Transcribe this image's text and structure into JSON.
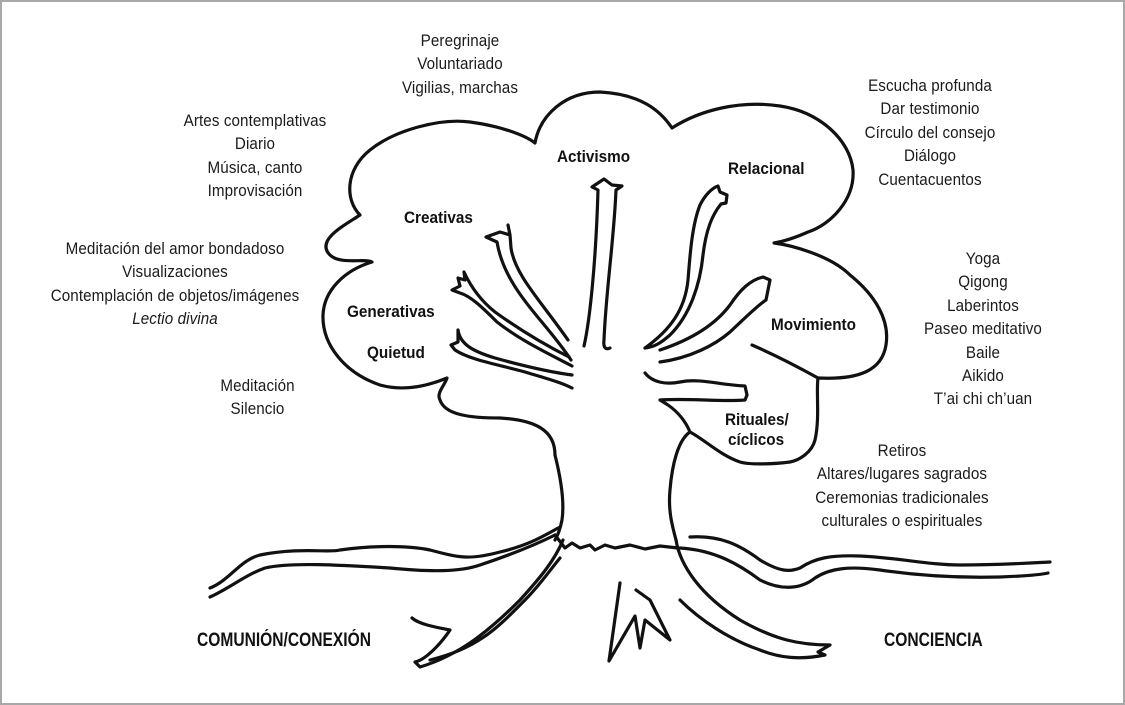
{
  "diagram": {
    "title": "Árbol de prácticas contemplativas",
    "branches": [
      {
        "id": "activismo",
        "label": "Activismo",
        "practices": [
          "Peregrinaje",
          "Voluntariado",
          "Vigilias, marchas"
        ]
      },
      {
        "id": "creativas",
        "label": "Creativas",
        "practices": [
          "Artes contemplativas",
          "Diario",
          "Música, canto",
          "Improvisación"
        ]
      },
      {
        "id": "generativas",
        "label": "Generativas",
        "practices": [
          "Meditación del amor bondadoso",
          "Visualizaciones",
          "Contemplación de objetos/imágenes",
          "Lectio divina"
        ]
      },
      {
        "id": "quietud",
        "label": "Quietud",
        "practices": [
          "Meditación",
          "Silencio"
        ]
      },
      {
        "id": "relacional",
        "label": "Relacional",
        "practices": [
          "Escucha profunda",
          "Dar testimonio",
          "Círculo del consejo",
          "Diálogo",
          "Cuentacuentos"
        ]
      },
      {
        "id": "movimiento",
        "label": "Movimiento",
        "practices": [
          "Yoga",
          "Qigong",
          "Laberintos",
          "Paseo meditativo",
          "Baile",
          "Aikido",
          "T’ai chi ch’uan"
        ]
      },
      {
        "id": "rituales",
        "label_line1": "Rituales/",
        "label_line2": "cíclicos",
        "practices": [
          "Retiros",
          "Altares/lugares sagrados",
          "Ceremonias tradicionales",
          "culturales o espirituales"
        ]
      }
    ],
    "italic_practices": [
      "Lectio divina"
    ],
    "roots": {
      "left": "COMUNIÓN/CONEXIÓN",
      "right": "CONCIENCIA"
    },
    "colors": {
      "stroke": "#111111",
      "text": "#1a1a1a",
      "border": "#a8a8a8",
      "background": "#ffffff"
    }
  }
}
